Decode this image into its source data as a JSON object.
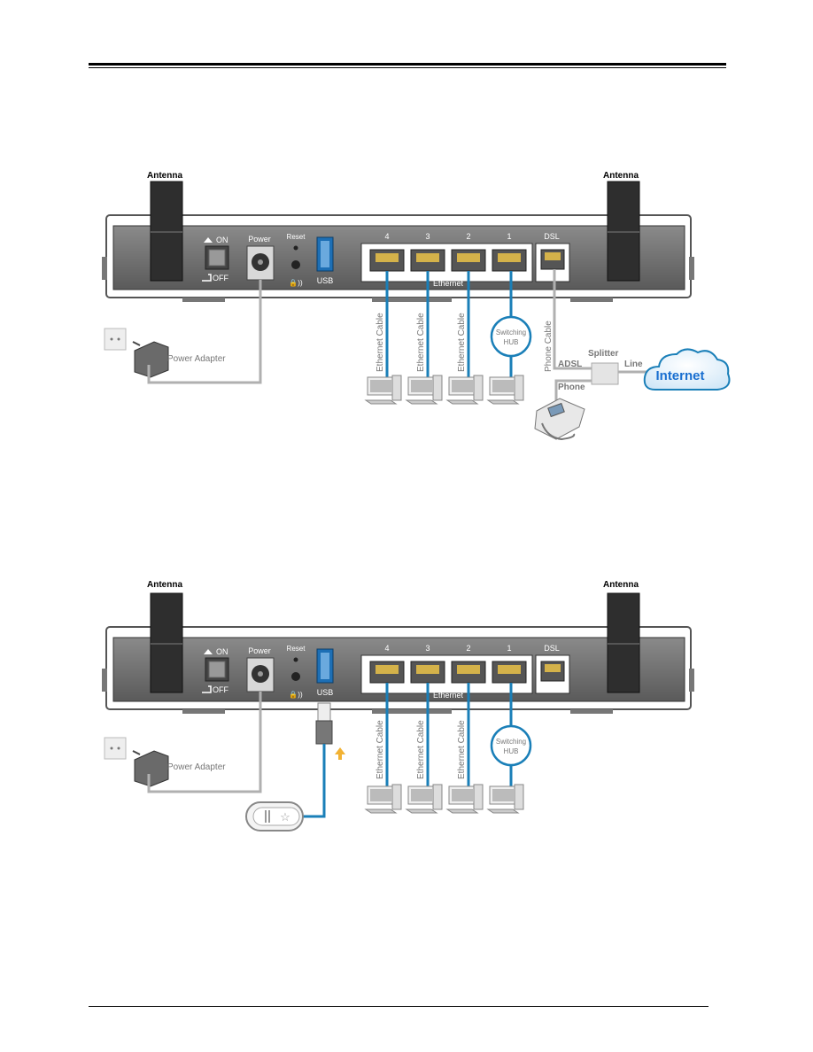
{
  "diagram1": {
    "antenna_left": "Antenna",
    "antenna_right": "Antenna",
    "switch_on": "ON",
    "switch_off": "OFF",
    "power": "Power",
    "reset": "Reset",
    "usb": "USB",
    "port_labels": [
      "4",
      "3",
      "2",
      "1"
    ],
    "ethernet": "Ethernet",
    "dsl": "DSL",
    "power_adapter": "Power Adapter",
    "ethernet_cable": "Ethernet Cable",
    "switching_hub": [
      "Switching",
      "HUB"
    ],
    "phone_cable": "Phone Cable",
    "splitter": "Splitter",
    "adsl": "ADSL",
    "line": "Line",
    "phone": "Phone",
    "internet": "Internet"
  },
  "diagram2": {
    "antenna_left": "Antenna",
    "antenna_right": "Antenna",
    "switch_on": "ON",
    "switch_off": "OFF",
    "power": "Power",
    "reset": "Reset",
    "usb": "USB",
    "port_labels": [
      "4",
      "3",
      "2",
      "1"
    ],
    "ethernet": "Ethernet",
    "dsl": "DSL",
    "power_adapter": "Power Adapter",
    "ethernet_cable": "Ethernet Cable",
    "switching_hub": [
      "Switching",
      "HUB"
    ]
  },
  "colors": {
    "cable_blue": "#1a7fb8",
    "cable_gray": "#b0b0b0",
    "router_body": "#6b6b6b",
    "internet_blue": "#1a6fd0"
  }
}
